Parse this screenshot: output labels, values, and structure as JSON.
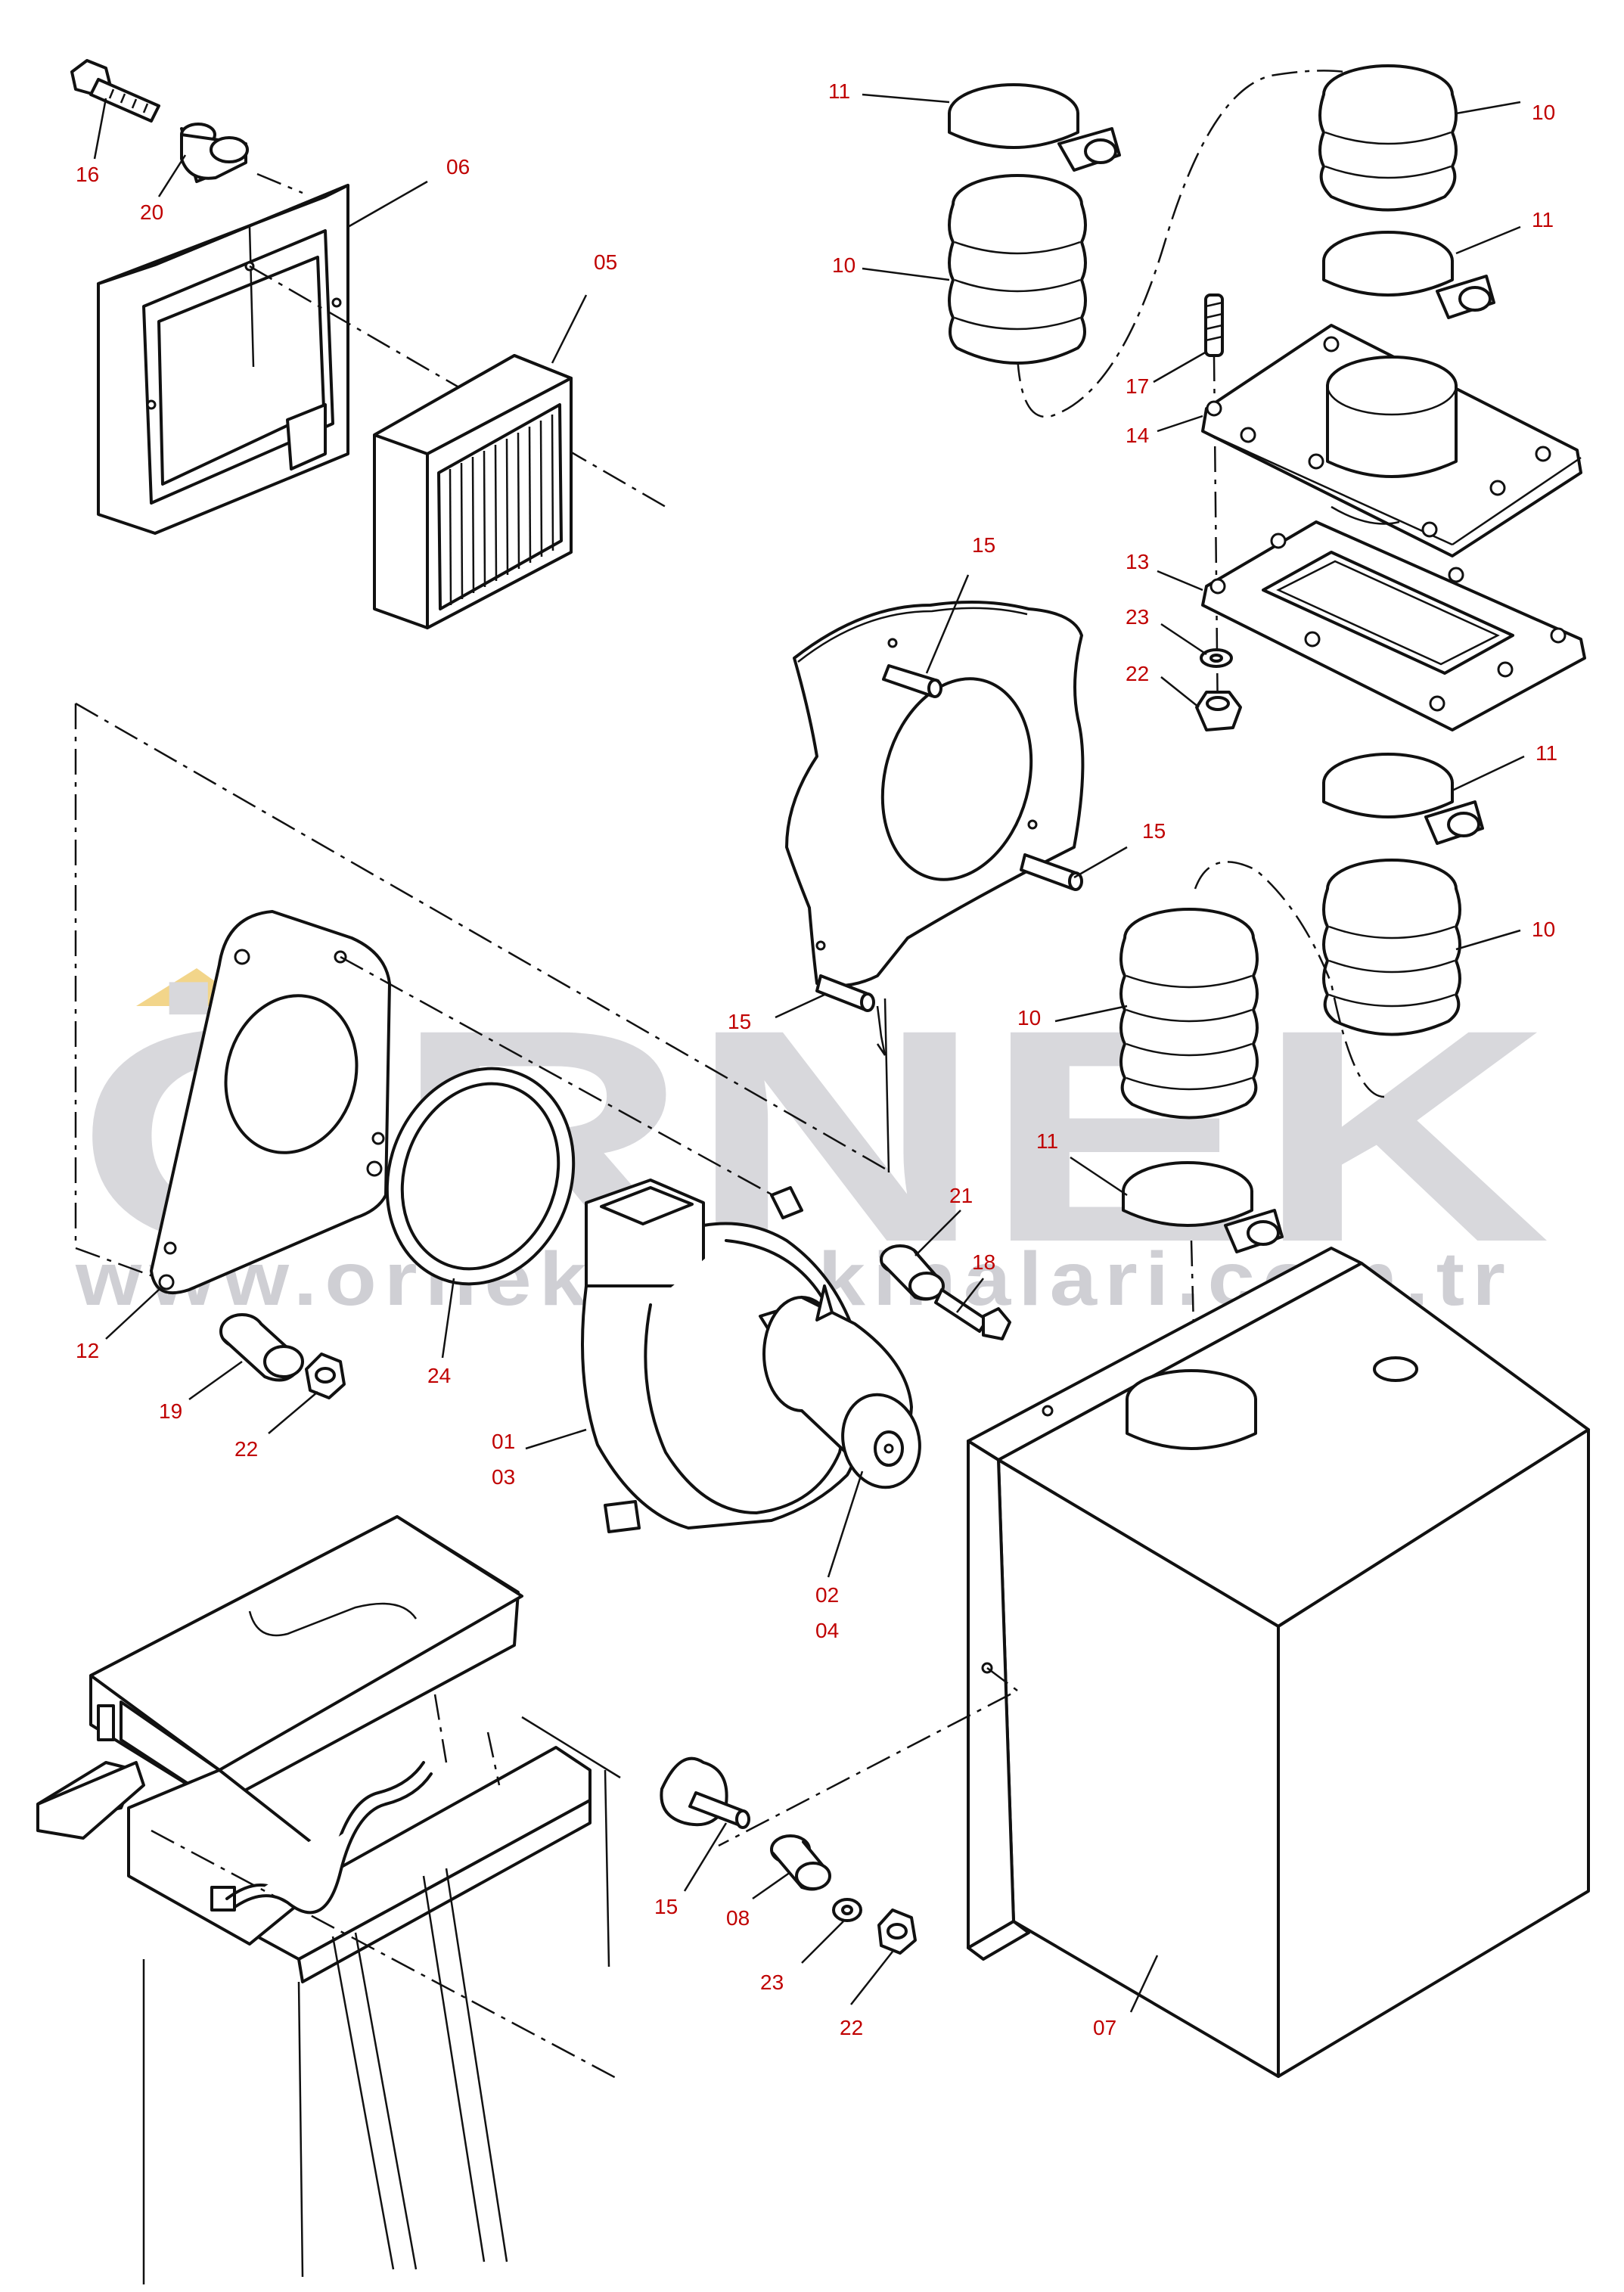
{
  "watermark": {
    "brand": "ÖRNEK",
    "url": "www.ornekismakinalari.com.tr",
    "accent_color": "#f2d58a",
    "text_color": "#d8d8dc"
  },
  "label_color": "#c00000",
  "callouts": {
    "c16": "16",
    "c20": "20",
    "c06": "06",
    "c05": "05",
    "c11a": "11",
    "c10a": "10",
    "c10b": "10",
    "c11b": "11",
    "c17": "17",
    "c14": "14",
    "c13": "13",
    "c23a": "23",
    "c22a": "22",
    "c11c": "11",
    "c15a": "15",
    "c15b": "15",
    "c15c": "15",
    "c10c": "10",
    "c10d": "10",
    "c11d": "11",
    "c21": "21",
    "c18": "18",
    "c12": "12",
    "c24": "24",
    "c19": "19",
    "c22b": "22",
    "c01": "01",
    "c03": "03",
    "c02": "02",
    "c04": "04",
    "c15d": "15",
    "c08": "08",
    "c23b": "23",
    "c22c": "22",
    "c07": "07"
  }
}
